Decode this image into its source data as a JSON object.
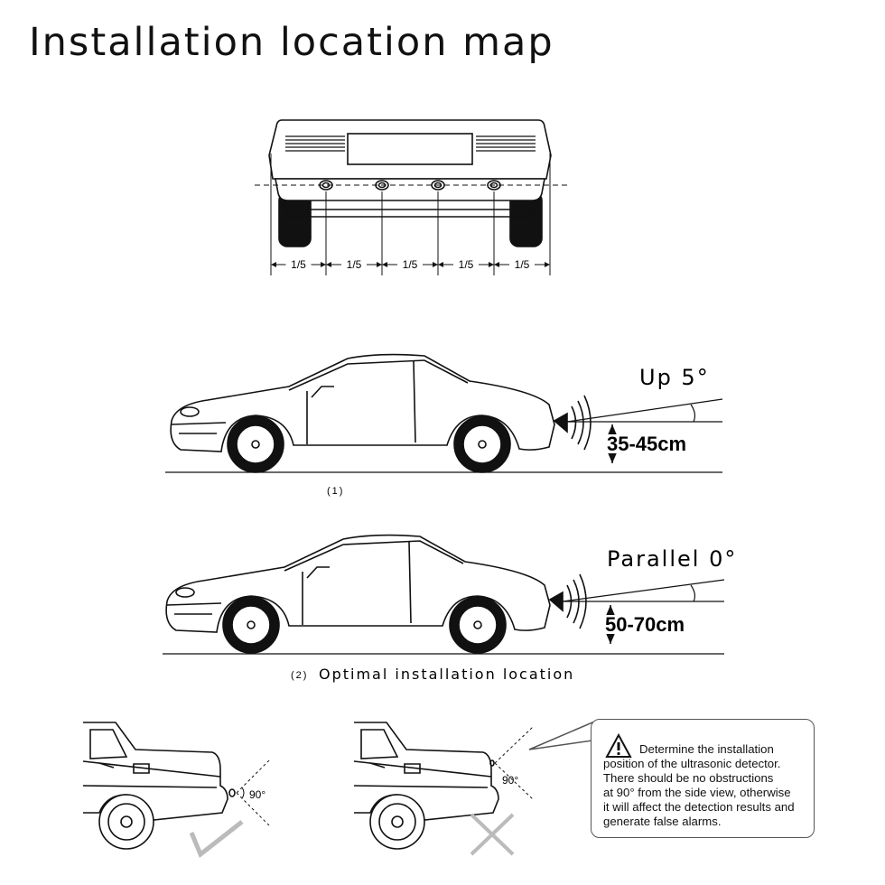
{
  "title": "Installation location map",
  "rear_view": {
    "fractions": [
      "1/5",
      "1/5",
      "1/5",
      "1/5",
      "1/5"
    ]
  },
  "side_view_1": {
    "angle_label": "Up 5°",
    "height_label": "35-45cm",
    "caption": "(1)"
  },
  "side_view_2": {
    "angle_label": "Parallel 0°",
    "height_label": "50-70cm",
    "caption_num": "(2)",
    "caption_text": "Optimal installation location"
  },
  "detail_left": {
    "angle_label": "90°",
    "mark": "correct"
  },
  "detail_right": {
    "angle_label": "90°",
    "mark": "incorrect"
  },
  "note": {
    "icon": "warning-icon",
    "lines": [
      "Determine the installation",
      "position of the ultrasonic detector.",
      "There should be no obstructions",
      "at 90° from the side view, otherwise",
      "it will affect the detection results and",
      "generate false alarms."
    ]
  }
}
